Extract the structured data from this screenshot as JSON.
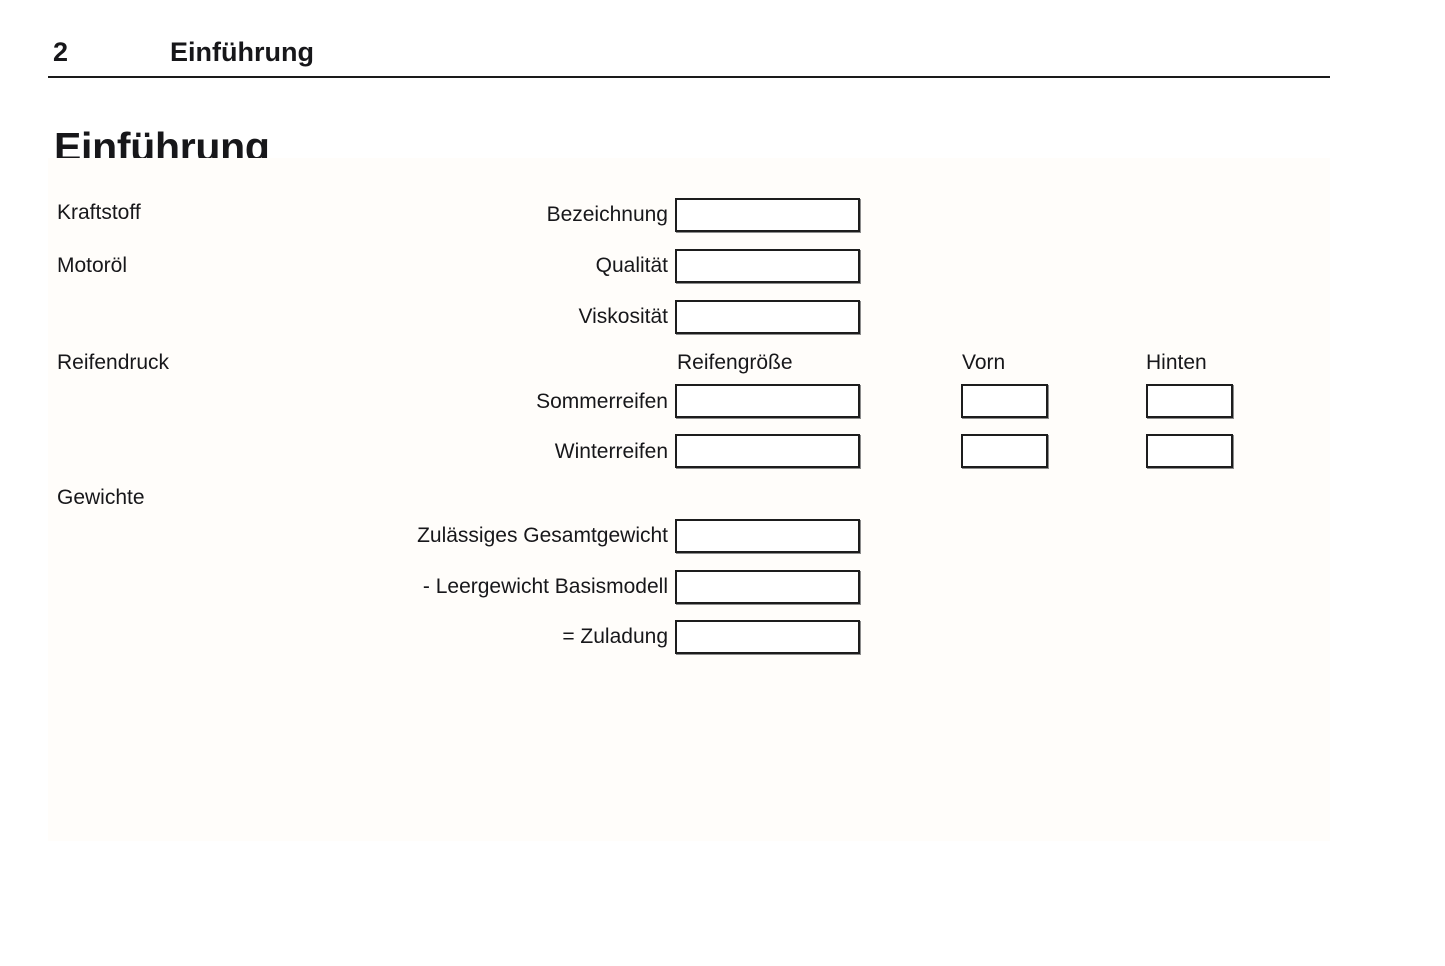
{
  "header": {
    "page_number": "2",
    "chapter": "Einführung"
  },
  "title": "Einführung",
  "sections": [
    {
      "key": "kraftstoff",
      "label": "Kraftstoff"
    },
    {
      "key": "motoroel",
      "label": "Motoröl"
    },
    {
      "key": "reifendruck",
      "label": "Reifendruck"
    },
    {
      "key": "gewichte",
      "label": "Gewichte"
    }
  ],
  "rows": {
    "bezeichnung": "Bezeichnung",
    "qualitaet": "Qualität",
    "viskositaet": "Viskosität",
    "sommerreifen": "Sommerreifen",
    "winterreifen": "Winterreifen",
    "zul_gesamtgewicht": "Zulässiges Gesamtgewicht",
    "leergewicht": "- Leergewicht Basismodell",
    "zuladung": "= Zuladung"
  },
  "columns": {
    "reifengroesse": "Reifengröße",
    "vorn": "Vorn",
    "hinten": "Hinten"
  },
  "fields": {
    "bezeichnung_value": "",
    "qualitaet_value": "",
    "viskositaet_value": "",
    "sommer_groesse_value": "",
    "sommer_vorn_value": "",
    "sommer_hinten_value": "",
    "winter_groesse_value": "",
    "winter_vorn_value": "",
    "winter_hinten_value": "",
    "zul_gesamtgewicht_value": "",
    "leergewicht_value": "",
    "zuladung_value": ""
  },
  "colors": {
    "ink": "#17171a",
    "rule": "#1a1a1a",
    "box_border": "#1d1d1d",
    "panel_bg": "#fffdfa",
    "page_bg": "#ffffff"
  }
}
